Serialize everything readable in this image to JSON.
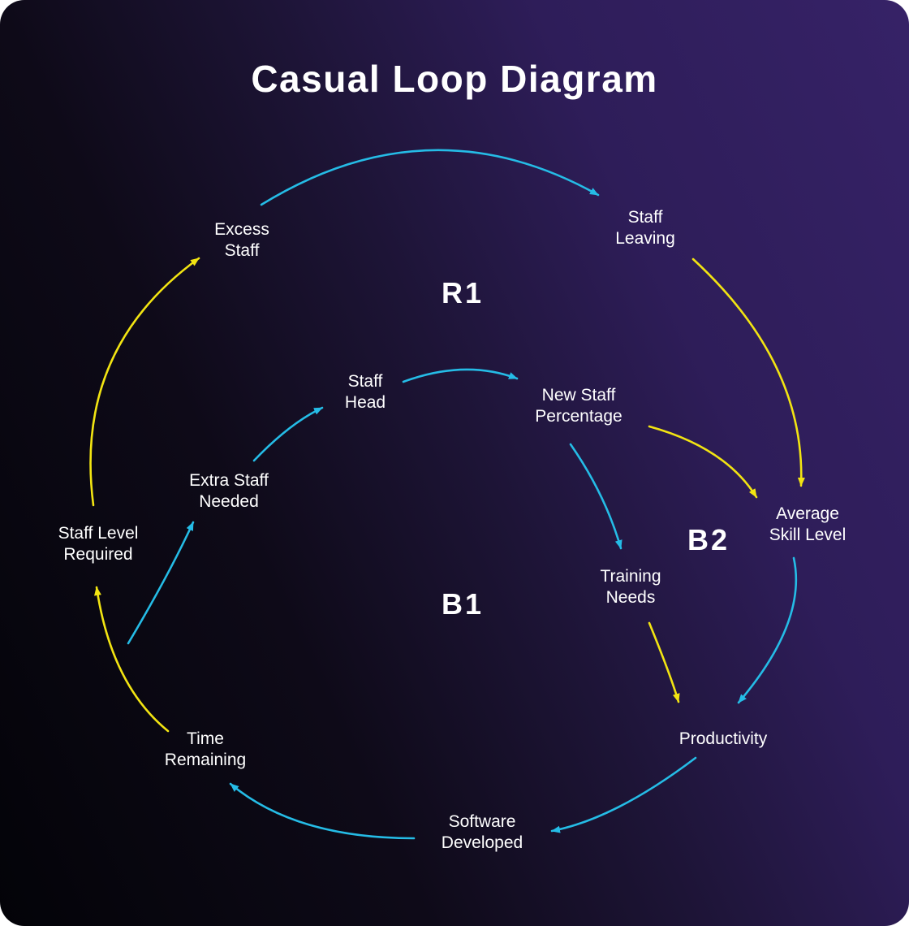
{
  "title": "Casual Loop Diagram",
  "colors": {
    "cyan": "#25bce6",
    "yellow": "#f2e412",
    "text": "#ffffff",
    "background_dark": "#030308",
    "background_purple": "#362267"
  },
  "nodes": {
    "excess_staff": {
      "label": "Excess\nStaff"
    },
    "staff_leaving": {
      "label": "Staff\nLeaving"
    },
    "staff_head": {
      "label": "Staff\nHead"
    },
    "new_staff_percentage": {
      "label": "New Staff\nPercentage"
    },
    "extra_staff_needed": {
      "label": "Extra Staff\nNeeded"
    },
    "staff_level_required": {
      "label": "Staff Level\nRequired"
    },
    "average_skill_level": {
      "label": "Average\nSkill Level"
    },
    "training_needs": {
      "label": "Training\nNeeds"
    },
    "productivity": {
      "label": "Productivity"
    },
    "time_remaining": {
      "label": "Time\nRemaining"
    },
    "software_developed": {
      "label": "Software\nDeveloped"
    }
  },
  "loops": {
    "r1": {
      "label": "R1"
    },
    "b1": {
      "label": "B1"
    },
    "b2": {
      "label": "B2"
    }
  },
  "arrows": [
    {
      "from": "excess_staff",
      "to": "staff_leaving",
      "color": "cyan"
    },
    {
      "from": "staff_leaving",
      "to": "average_skill_level",
      "color": "yellow"
    },
    {
      "from": "staff_level_required",
      "to": "excess_staff",
      "color": "yellow"
    },
    {
      "from": "time_remaining",
      "to": "staff_level_required",
      "color": "yellow"
    },
    {
      "from": "staff_level_required",
      "to": "extra_staff_needed",
      "color": "cyan"
    },
    {
      "from": "extra_staff_needed",
      "to": "staff_head",
      "color": "cyan"
    },
    {
      "from": "staff_head",
      "to": "new_staff_percentage",
      "color": "cyan"
    },
    {
      "from": "new_staff_percentage",
      "to": "average_skill_level",
      "color": "yellow"
    },
    {
      "from": "new_staff_percentage",
      "to": "training_needs",
      "color": "cyan"
    },
    {
      "from": "training_needs",
      "to": "productivity",
      "color": "yellow"
    },
    {
      "from": "average_skill_level",
      "to": "productivity",
      "color": "cyan"
    },
    {
      "from": "productivity",
      "to": "software_developed",
      "color": "cyan"
    },
    {
      "from": "software_developed",
      "to": "time_remaining",
      "color": "cyan"
    }
  ]
}
